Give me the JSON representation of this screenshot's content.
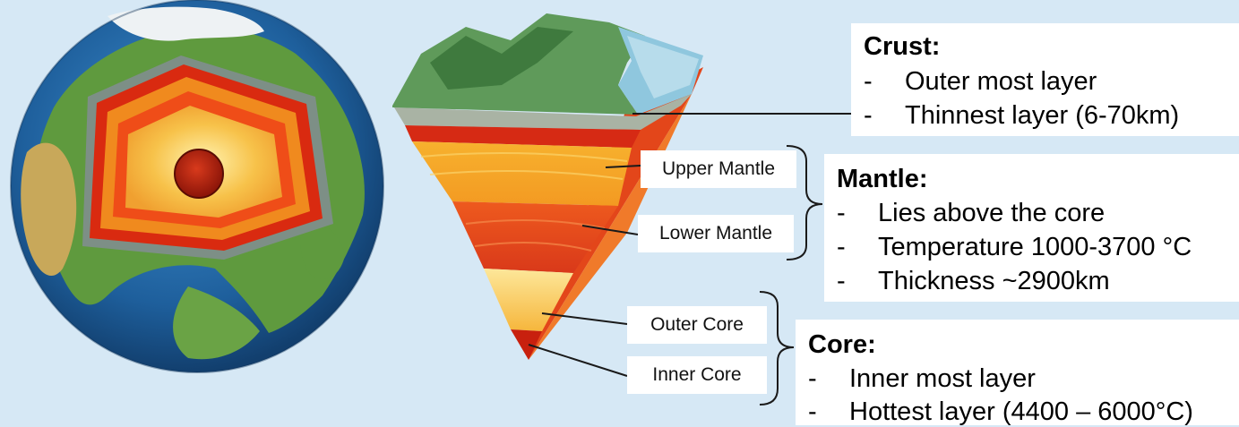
{
  "labels": {
    "upper_mantle": "Upper Mantle",
    "lower_mantle": "Lower Mantle",
    "outer_core": "Outer Core",
    "inner_core": "Inner Core"
  },
  "crust": {
    "title": "Crust:",
    "items": [
      "Outer most layer",
      "Thinnest layer (6-70km)"
    ]
  },
  "mantle": {
    "title": "Mantle:",
    "items": [
      "Lies above the core",
      "Temperature 1000-3700 °C",
      "Thickness ~2900km"
    ]
  },
  "core": {
    "title": "Core:",
    "items": [
      "Inner most layer",
      "Hottest layer (4400 – 6000°C)"
    ]
  },
  "bullet": "-"
}
